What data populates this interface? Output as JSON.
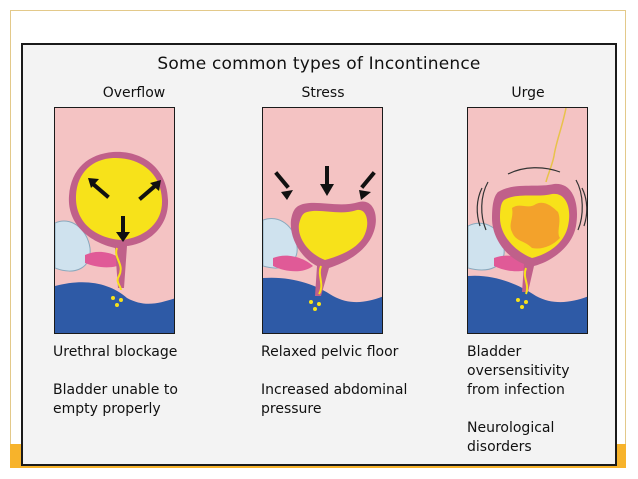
{
  "figure": {
    "title": "Some common types of Incontinence",
    "columns": [
      {
        "heading": "Overflow",
        "captions": [
          "Urethral blockage",
          "Bladder unable to\nempty properly"
        ]
      },
      {
        "heading": "Stress",
        "captions": [
          "Relaxed pelvic floor",
          "Increased abdominal\npressure"
        ]
      },
      {
        "heading": "Urge",
        "captions": [
          "Bladder\noversensitivity\nfrom infection",
          "Neurological\ndisorders"
        ]
      }
    ]
  },
  "colors": {
    "accent": "#f7b32b",
    "tissue_pink": "#f4c3c3",
    "bladder_wall": "#c0608a",
    "urine_yellow": "#f7e21a",
    "irritation_orange": "#f3a22b",
    "pelvic_blue": "#2e5aa6",
    "bone_blue": "#cfe2ee",
    "muscle_magenta": "#e05a97"
  }
}
